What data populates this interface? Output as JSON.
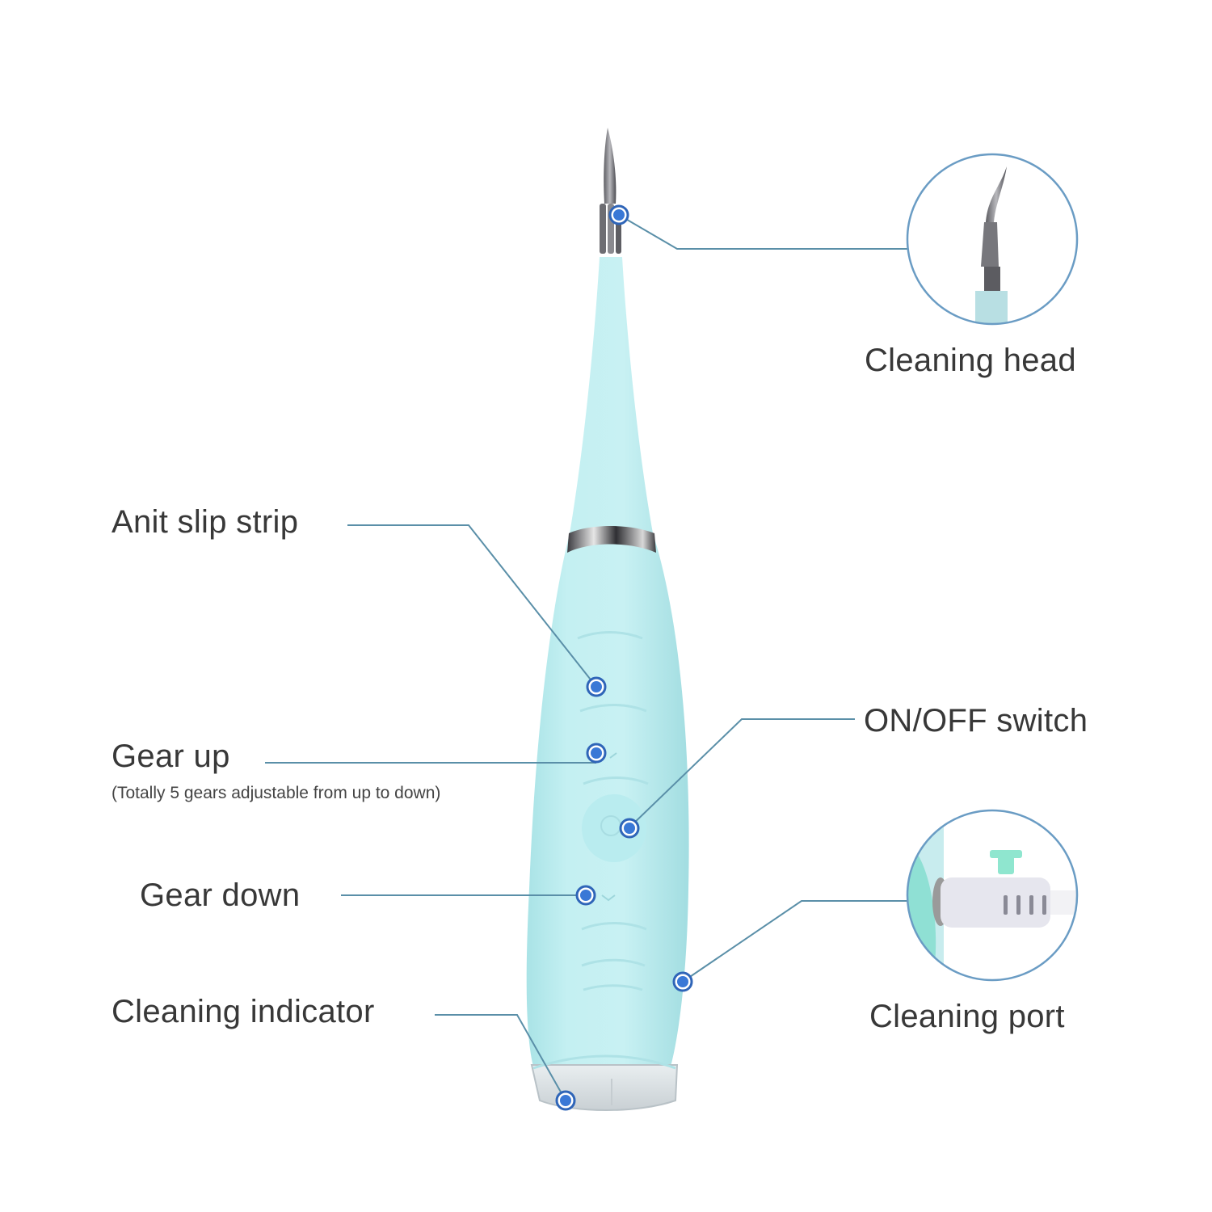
{
  "title": "Electric dental calculus remover - part diagram",
  "colors": {
    "body": "#bfeef0",
    "body_shade": "#a6e0e4",
    "callout_line": "#5a8fa8",
    "marker": "#3a78d6",
    "marker_ring": "#2f65b8",
    "inset_border": "#6a9cc4",
    "text": "#383838"
  },
  "callouts": {
    "cleaning_head": {
      "label": "Cleaning head"
    },
    "anti_slip_strip": {
      "label": "Anit slip strip"
    },
    "gear_up": {
      "label": "Gear up",
      "note": "(Totally 5 gears adjustable from up to down)"
    },
    "on_off_switch": {
      "label": "ON/OFF switch"
    },
    "gear_down": {
      "label": "Gear down"
    },
    "cleaning_port": {
      "label": "Cleaning port"
    },
    "cleaning_indicator": {
      "label": "Cleaning indicator"
    }
  }
}
